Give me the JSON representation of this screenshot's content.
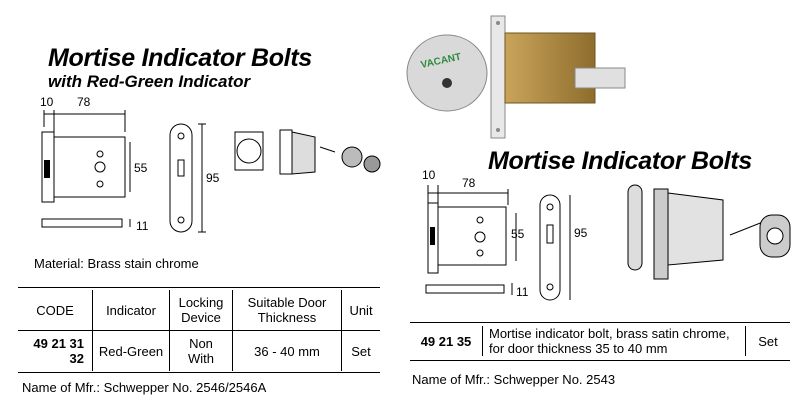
{
  "left": {
    "title": "Mortise Indicator Bolts",
    "subtitle": "with Red-Green Indicator",
    "dims": {
      "a": "10",
      "b": "78",
      "h": "55",
      "total": "95",
      "bolt": "11"
    },
    "material_label": "Material:",
    "material_value": "Brass stain chrome",
    "table": {
      "headers": {
        "code": "CODE",
        "indicator": "Indicator",
        "locking_1": "Locking",
        "locking_2": "Device",
        "door_1": "Suitable Door",
        "door_2": "Thickness",
        "unit": "Unit"
      },
      "row": {
        "code_1": "49 21 31",
        "code_2": "32",
        "indicator": "Red-Green",
        "locking_1": "Non",
        "locking_2": "With",
        "thickness": "36 - 40 mm",
        "unit": "Set"
      }
    },
    "mfr_label": "Name of Mfr.:",
    "mfr_value": "Schwepper No. 2546/2546A"
  },
  "right": {
    "title": "Mortise Indicator Bolts",
    "photo_label": "VACANT",
    "dims": {
      "a": "10",
      "b": "78",
      "h": "55",
      "total": "95",
      "bolt": "11"
    },
    "table": {
      "code": "49 21 35",
      "desc_1": "Mortise indicator bolt, brass satin chrome,",
      "desc_2": "for door thickness 35 to 40 mm",
      "unit": "Set"
    },
    "mfr_label": "Name of Mfr.:",
    "mfr_value": "Schwepper No. 2543"
  }
}
